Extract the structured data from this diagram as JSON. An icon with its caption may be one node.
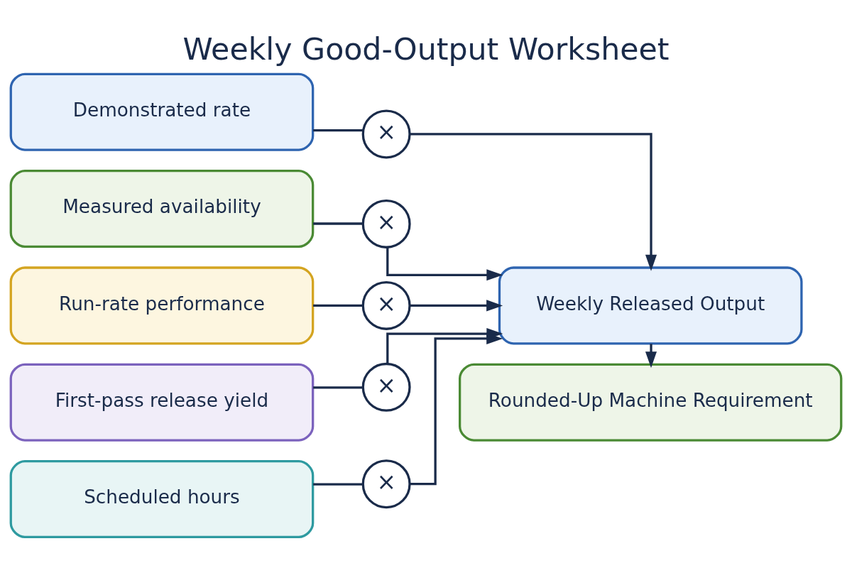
{
  "diagram": {
    "title": "Weekly Good-Output Worksheet",
    "nodes": [
      {
        "text": [
          "Demonstrated rate"
        ]
      },
      {
        "text": [
          "Measured availability"
        ]
      },
      {
        "text": [
          "Run-rate performance"
        ]
      },
      {
        "text": [
          "First-pass release yield"
        ]
      },
      {
        "text": [
          "Scheduled hours"
        ]
      },
      {
        "text": [
          "×"
        ]
      },
      {
        "text": [
          "×"
        ]
      },
      {
        "text": [
          "×"
        ]
      },
      {
        "text": [
          "×"
        ]
      },
      {
        "text": [
          "×"
        ]
      },
      {
        "text": [
          "Weekly Released Output"
        ]
      },
      {
        "text": [
          "Rounded-Up Machine Requirement"
        ]
      }
    ],
    "edges": [
      {
        "from": 0,
        "to": 5,
        "arrow": "none"
      },
      {
        "from": 1,
        "to": 6,
        "arrow": "none"
      },
      {
        "from": 2,
        "to": 7,
        "arrow": "none"
      },
      {
        "from": 3,
        "to": 8,
        "arrow": "none"
      },
      {
        "from": 4,
        "to": 9,
        "arrow": "none"
      },
      {
        "from": 5,
        "to": 10,
        "arrow": "to"
      },
      {
        "from": 6,
        "to": 10,
        "arrow": "to"
      },
      {
        "from": 7,
        "to": 10,
        "arrow": "to"
      },
      {
        "from": 8,
        "to": 10,
        "arrow": "to"
      },
      {
        "from": 9,
        "to": 10,
        "arrow": "to"
      },
      {
        "from": 10,
        "to": 11,
        "arrow": "to"
      }
    ]
  }
}
